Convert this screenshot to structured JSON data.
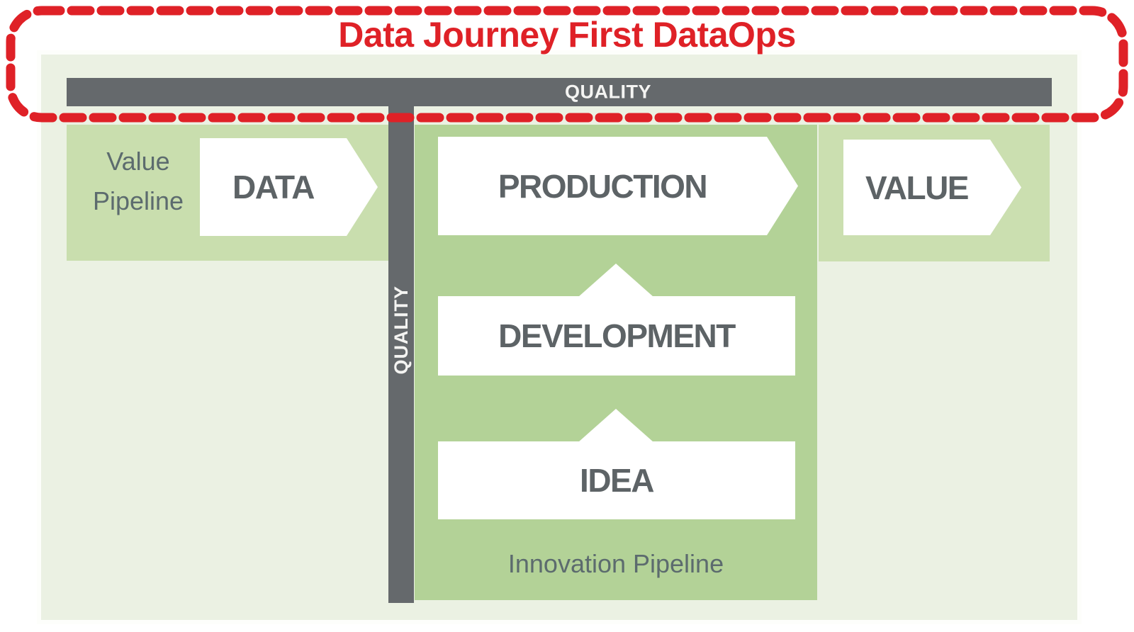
{
  "annotation": {
    "title": "Data Journey First DataOps"
  },
  "quality": {
    "horizontal_label": "QUALITY",
    "vertical_label": "QUALITY"
  },
  "value_pipeline": {
    "label_line1": "Value",
    "label_line2": "Pipeline"
  },
  "innovation_pipeline": {
    "label": "Innovation Pipeline"
  },
  "stages": {
    "data": "DATA",
    "production": "PRODUCTION",
    "development": "DEVELOPMENT",
    "idea": "IDEA",
    "value": "VALUE"
  },
  "colors": {
    "annotation_red": "#df2127",
    "panel_background": "#ebf1e3",
    "side_band_green": "#c9deae",
    "innovation_panel_green": "#b3d297",
    "quality_bar_gray": "#65696c",
    "stage_text_gray": "#5d6366",
    "pipeline_label_gray": "#5c6b6e"
  }
}
